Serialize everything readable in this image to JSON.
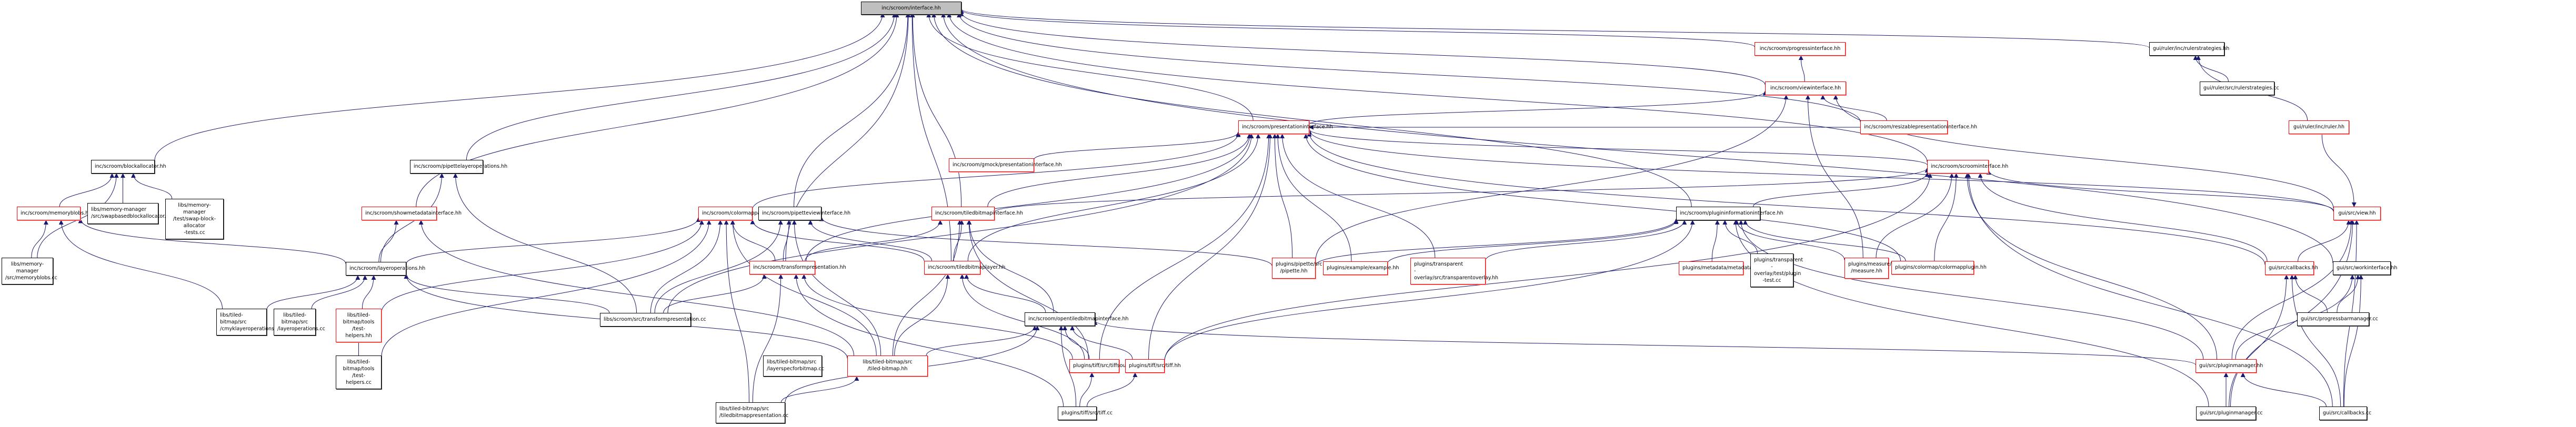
{
  "title": "Include dependency graph for inc/scroom/interface.hh",
  "colors": {
    "edge": "#191970",
    "red_border": "#ff0000",
    "black_border": "#000000",
    "root_fill": "#bfbfbf"
  },
  "nodes": [
    {
      "id": "interface",
      "label": "inc/scroom/interface.hh",
      "style": "root"
    },
    {
      "id": "progressinterface",
      "label": "inc/scroom/progressinterface.hh",
      "style": "red"
    },
    {
      "id": "viewinterface",
      "label": "inc/scroom/viewinterface.hh",
      "style": "red"
    },
    {
      "id": "rulerstrategies_hh",
      "label": "gui/ruler/inc/rulerstrategies.hh",
      "style": "black"
    },
    {
      "id": "rulerstrategies_cc",
      "label": "gui/ruler/src/rulerstrategies.cc",
      "style": "black"
    },
    {
      "id": "ruler_hh",
      "label": "gui/ruler/inc/ruler.hh",
      "style": "red"
    },
    {
      "id": "presentationinterface",
      "label": "inc/scroom/presentationinterface.hh",
      "style": "red"
    },
    {
      "id": "resizablepresentation",
      "label": "inc/scroom/resizablepresentationinterface.hh",
      "style": "red"
    },
    {
      "id": "gmock_presentation",
      "label": "inc/scroom/gmock/presentationinterface.hh",
      "style": "red"
    },
    {
      "id": "scroominterface",
      "label": "inc/scroom/scroominterface.hh",
      "style": "red"
    },
    {
      "id": "view_hh",
      "label": "gui/src/view.hh",
      "style": "red"
    },
    {
      "id": "blockallocator",
      "label": "inc/scroom/blockallocator.hh",
      "style": "black"
    },
    {
      "id": "memoryblobs_hh",
      "label": "inc/scroom/memoryblobs.hh",
      "style": "red"
    },
    {
      "id": "swapbased",
      "label": "libs/memory-manager\n/src/swapbasedblockallocator.cc",
      "style": "black",
      "align": "left"
    },
    {
      "id": "swaptests",
      "label": "libs/memory-manager\n/test/swap-block-allocator\n-tests.cc",
      "style": "black"
    },
    {
      "id": "memoryblobs_cc",
      "label": "libs/memory-manager\n/src/memoryblobs.cc",
      "style": "black"
    },
    {
      "id": "pipettelayerops",
      "label": "inc/scroom/pipettelayeroperations.hh",
      "style": "black"
    },
    {
      "id": "showmetadata",
      "label": "inc/scroom/showmetadatainterface.hh",
      "style": "red"
    },
    {
      "id": "colormappable",
      "label": "inc/scroom/colormappable.hh",
      "style": "red"
    },
    {
      "id": "pipetteview",
      "label": "inc/scroom/pipetteviewinterface.hh",
      "style": "black"
    },
    {
      "id": "tiledbitmapinterface",
      "label": "inc/scroom/tiledbitmapinterface.hh",
      "style": "red"
    },
    {
      "id": "plugininformation",
      "label": "inc/scroom/plugininformationinterface.hh",
      "style": "black"
    },
    {
      "id": "layeroperations",
      "label": "inc/scroom/layeroperations.hh",
      "style": "black"
    },
    {
      "id": "transformpresentation_hh",
      "label": "inc/scroom/transformpresentation.hh",
      "style": "red"
    },
    {
      "id": "tiledbitmaplayer",
      "label": "inc/scroom/tiledbitmaplayer.hh",
      "style": "red"
    },
    {
      "id": "pipette_hh",
      "label": "plugins/pipette/src\n/pipette.hh",
      "style": "red"
    },
    {
      "id": "example_hh",
      "label": "plugins/example/example.hh",
      "style": "red"
    },
    {
      "id": "transparentoverlay_hh",
      "label": "plugins/transparent\n-overlay/src/transparentoverlay.hh",
      "style": "red",
      "align": "left"
    },
    {
      "id": "metadata_hh",
      "label": "plugins/metadata/metadata.hh",
      "style": "red"
    },
    {
      "id": "plugintest_cc",
      "label": "plugins/transparent\n-overlay/test/plugin\n-test.cc",
      "style": "black"
    },
    {
      "id": "measure_hh",
      "label": "plugins/measure/src\n/measure.hh",
      "style": "red"
    },
    {
      "id": "colormapplugin_hh",
      "label": "plugins/colormap/colormapplugin.hh",
      "style": "red"
    },
    {
      "id": "callbacks_hh",
      "label": "gui/src/callbacks.hh",
      "style": "red"
    },
    {
      "id": "workinterface",
      "label": "gui/src/workinterface.hh",
      "style": "black"
    },
    {
      "id": "progressbarmanager",
      "label": "gui/src/progressbarmanager.cc",
      "style": "black"
    },
    {
      "id": "transformpresentation_cc",
      "label": "libs/scroom/src/transformpresentation.cc",
      "style": "black"
    },
    {
      "id": "opentiledbitmap",
      "label": "inc/scroom/opentiledbitmapinterface.hh",
      "style": "black"
    },
    {
      "id": "cmyklayerops",
      "label": "libs/tiled-bitmap/src\n/cmyklayeroperations.cc",
      "style": "black",
      "align": "left"
    },
    {
      "id": "layerops_cc",
      "label": "libs/tiled-bitmap/src\n/layeroperations.cc",
      "style": "black"
    },
    {
      "id": "testhelpers_hh",
      "label": "libs/tiled-bitmap/tools\n/test-helpers.hh",
      "style": "red"
    },
    {
      "id": "testhelpers_cc",
      "label": "libs/tiled-bitmap/tools\n/test-helpers.cc",
      "style": "black"
    },
    {
      "id": "layerspec",
      "label": "libs/tiled-bitmap/src\n/layerspecforbitmap.cc",
      "style": "black",
      "align": "left"
    },
    {
      "id": "tiledbitmap_hh",
      "label": "libs/tiled-bitmap/src\n/tiled-bitmap.hh",
      "style": "red"
    },
    {
      "id": "tiffsource",
      "label": "plugins/tiff/src/tiffsource.hh",
      "style": "red"
    },
    {
      "id": "tiff_hh",
      "label": "plugins/tiff/src/tiff.hh",
      "style": "red"
    },
    {
      "id": "pluginmanager_hh",
      "label": "gui/src/pluginmanager.hh",
      "style": "red"
    },
    {
      "id": "tiledbitmappresentation",
      "label": "libs/tiled-bitmap/src\n/tiledbitmappresentation.cc",
      "style": "black",
      "align": "left"
    },
    {
      "id": "tiff_cc",
      "label": "plugins/tiff/src/tiff.cc",
      "style": "black"
    },
    {
      "id": "pluginmanager_cc",
      "label": "gui/src/pluginmanager.cc",
      "style": "black"
    },
    {
      "id": "callbacks_cc",
      "label": "gui/src/callbacks.cc",
      "style": "black"
    }
  ],
  "edges": [
    [
      "progressinterface",
      "interface"
    ],
    [
      "viewinterface",
      "interface"
    ],
    [
      "rulerstrategies_hh",
      "interface"
    ],
    [
      "presentationinterface",
      "interface"
    ],
    [
      "resizablepresentation",
      "interface"
    ],
    [
      "scroominterface",
      "interface"
    ],
    [
      "blockallocator",
      "interface"
    ],
    [
      "pipettelayerops",
      "interface"
    ],
    [
      "showmetadata",
      "interface"
    ],
    [
      "pipetteview",
      "interface"
    ],
    [
      "tiledbitmapinterface",
      "interface"
    ],
    [
      "plugininformation",
      "interface"
    ],
    [
      "workinterface",
      "interface"
    ],
    [
      "transformpresentation_hh",
      "interface"
    ],
    [
      "tiledbitmaplayer",
      "interface"
    ],
    [
      "viewinterface",
      "progressinterface"
    ],
    [
      "rulerstrategies_cc",
      "rulerstrategies_hh"
    ],
    [
      "ruler_hh",
      "rulerstrategies_hh"
    ],
    [
      "resizablepresentation",
      "viewinterface"
    ],
    [
      "presentationinterface",
      "viewinterface"
    ],
    [
      "view_hh",
      "viewinterface"
    ],
    [
      "measure_hh",
      "viewinterface"
    ],
    [
      "pipette_hh",
      "viewinterface"
    ],
    [
      "resizablepresentation",
      "presentationinterface"
    ],
    [
      "gmock_presentation",
      "presentationinterface"
    ],
    [
      "scroominterface",
      "presentationinterface"
    ],
    [
      "colormappable",
      "presentationinterface"
    ],
    [
      "tiledbitmapinterface",
      "presentationinterface"
    ],
    [
      "transformpresentation_hh",
      "presentationinterface"
    ],
    [
      "tiledbitmaplayer",
      "presentationinterface"
    ],
    [
      "pipette_hh",
      "presentationinterface"
    ],
    [
      "example_hh",
      "presentationinterface"
    ],
    [
      "transparentoverlay_hh",
      "presentationinterface"
    ],
    [
      "colormapplugin_hh",
      "presentationinterface"
    ],
    [
      "view_hh",
      "presentationinterface"
    ],
    [
      "callbacks_hh",
      "presentationinterface"
    ],
    [
      "tiffsource",
      "presentationinterface"
    ],
    [
      "tiff_hh",
      "presentationinterface"
    ],
    [
      "transformpresentation_cc",
      "presentationinterface"
    ],
    [
      "plugininformation",
      "scroominterface"
    ],
    [
      "tiledbitmapinterface",
      "scroominterface"
    ],
    [
      "view_hh",
      "scroominterface"
    ],
    [
      "callbacks_hh",
      "scroominterface"
    ],
    [
      "pluginmanager_hh",
      "scroominterface"
    ],
    [
      "colormapplugin_hh",
      "scroominterface"
    ],
    [
      "measure_hh",
      "scroominterface"
    ],
    [
      "tiff_hh",
      "scroominterface"
    ],
    [
      "callbacks_cc",
      "scroominterface"
    ],
    [
      "ruler_hh",
      "view_hh"
    ],
    [
      "callbacks_hh",
      "view_hh"
    ],
    [
      "pluginmanager_hh",
      "view_hh"
    ],
    [
      "callbacks_cc",
      "view_hh"
    ],
    [
      "pluginmanager_cc",
      "view_hh"
    ],
    [
      "memoryblobs_hh",
      "blockallocator"
    ],
    [
      "swapbased",
      "blockallocator"
    ],
    [
      "swaptests",
      "blockallocator"
    ],
    [
      "memoryblobs_cc",
      "blockallocator"
    ],
    [
      "memoryblobs_cc",
      "memoryblobs_hh"
    ],
    [
      "cmyklayerops",
      "memoryblobs_hh"
    ],
    [
      "layeroperations",
      "memoryblobs_hh"
    ],
    [
      "layeroperations",
      "pipettelayerops"
    ],
    [
      "transformpresentation_cc",
      "pipettelayerops"
    ],
    [
      "layeroperations",
      "showmetadata"
    ],
    [
      "tiledbitmap_hh",
      "showmetadata"
    ],
    [
      "layeroperations",
      "colormappable"
    ],
    [
      "transformpresentation_hh",
      "colormappable"
    ],
    [
      "transformpresentation_cc",
      "colormappable"
    ],
    [
      "testhelpers_hh",
      "colormappable"
    ],
    [
      "testhelpers_cc",
      "colormappable"
    ],
    [
      "tiledbitmappresentation",
      "colormappable"
    ],
    [
      "tiledbitmaplayer",
      "colormappable"
    ],
    [
      "tiledbitmap_hh",
      "colormappable"
    ],
    [
      "transformpresentation_hh",
      "pipetteview"
    ],
    [
      "transformpresentation_cc",
      "pipetteview"
    ],
    [
      "tiledbitmaplayer",
      "pipetteview"
    ],
    [
      "tiledbitmap_hh",
      "pipetteview"
    ],
    [
      "pipette_hh",
      "pipetteview"
    ],
    [
      "tiledbitmaplayer",
      "tiledbitmapinterface"
    ],
    [
      "opentiledbitmap",
      "tiledbitmapinterface"
    ],
    [
      "tiledbitmap_hh",
      "tiledbitmapinterface"
    ],
    [
      "tiffsource",
      "tiledbitmapinterface"
    ],
    [
      "transformpresentation_hh",
      "tiledbitmapinterface"
    ],
    [
      "pipette_hh",
      "plugininformation"
    ],
    [
      "example_hh",
      "plugininformation"
    ],
    [
      "transparentoverlay_hh",
      "plugininformation"
    ],
    [
      "metadata_hh",
      "plugininformation"
    ],
    [
      "plugintest_cc",
      "plugininformation"
    ],
    [
      "measure_hh",
      "plugininformation"
    ],
    [
      "colormapplugin_hh",
      "plugininformation"
    ],
    [
      "tiff_hh",
      "plugininformation"
    ],
    [
      "pluginmanager_hh",
      "plugininformation"
    ],
    [
      "pluginmanager_cc",
      "plugininformation"
    ],
    [
      "cmyklayerops",
      "layeroperations"
    ],
    [
      "layerops_cc",
      "layeroperations"
    ],
    [
      "testhelpers_hh",
      "layeroperations"
    ],
    [
      "tiledbitmap_hh",
      "layeroperations"
    ],
    [
      "transformpresentation_cc",
      "layeroperations"
    ],
    [
      "transformpresentation_cc",
      "transformpresentation_hh"
    ],
    [
      "tiledbitmappresentation",
      "transformpresentation_hh"
    ],
    [
      "tiffsource",
      "transformpresentation_hh"
    ],
    [
      "tiff_cc",
      "transformpresentation_hh"
    ],
    [
      "opentiledbitmap",
      "tiledbitmaplayer"
    ],
    [
      "tiledbitmap_hh",
      "tiledbitmaplayer"
    ],
    [
      "tiffsource",
      "tiledbitmaplayer"
    ],
    [
      "tiledbitmap_hh",
      "opentiledbitmap"
    ],
    [
      "tiffsource",
      "opentiledbitmap"
    ],
    [
      "tiff_hh",
      "opentiledbitmap"
    ],
    [
      "tiff_cc",
      "opentiledbitmap"
    ],
    [
      "tiledbitmappresentation",
      "opentiledbitmap"
    ],
    [
      "pluginmanager_hh",
      "opentiledbitmap"
    ],
    [
      "testhelpers_cc",
      "testhelpers_hh"
    ],
    [
      "tiledbitmappresentation",
      "tiledbitmap_hh"
    ],
    [
      "tiff_cc",
      "tiffsource"
    ],
    [
      "tiff_cc",
      "tiff_hh"
    ],
    [
      "progressbarmanager",
      "callbacks_hh"
    ],
    [
      "callbacks_cc",
      "callbacks_hh"
    ],
    [
      "pluginmanager_cc",
      "callbacks_hh"
    ],
    [
      "progressbarmanager",
      "workinterface"
    ],
    [
      "callbacks_cc",
      "workinterface"
    ],
    [
      "pluginmanager_hh",
      "workinterface"
    ],
    [
      "pluginmanager_cc",
      "pluginmanager_hh"
    ],
    [
      "callbacks_cc",
      "pluginmanager_hh"
    ]
  ]
}
